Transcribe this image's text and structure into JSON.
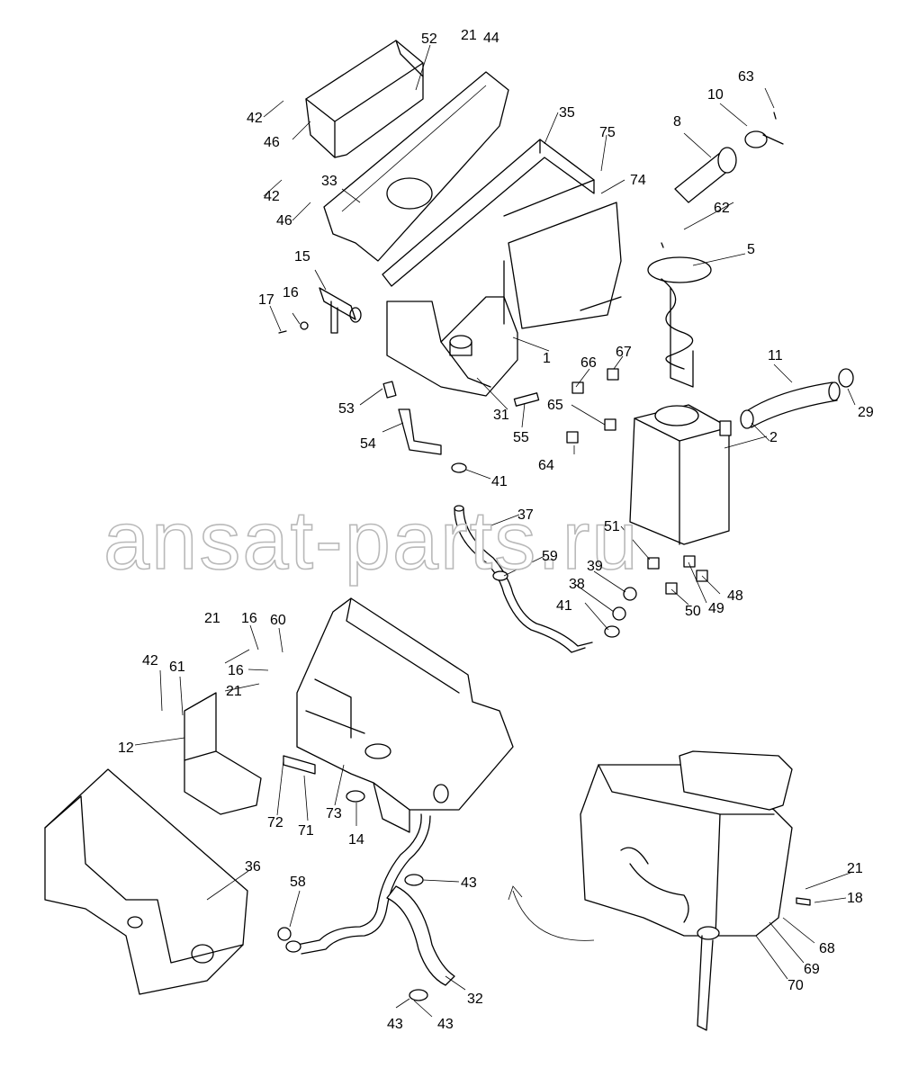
{
  "watermark": "ansat-parts.ru",
  "callouts": [
    "1",
    "2",
    "5",
    "8",
    "10",
    "11",
    "12",
    "14",
    "15",
    "16",
    "16",
    "16",
    "17",
    "18",
    "21",
    "21",
    "21",
    "21",
    "29",
    "31",
    "32",
    "33",
    "35",
    "36",
    "37",
    "38",
    "39",
    "41",
    "41",
    "42",
    "42",
    "42",
    "43",
    "43",
    "43",
    "44",
    "46",
    "46",
    "48",
    "49",
    "50",
    "51",
    "52",
    "53",
    "54",
    "55",
    "58",
    "59",
    "60",
    "61",
    "62",
    "63",
    "64",
    "65",
    "66",
    "67",
    "68",
    "69",
    "70",
    "71",
    "72",
    "73",
    "74",
    "75"
  ]
}
